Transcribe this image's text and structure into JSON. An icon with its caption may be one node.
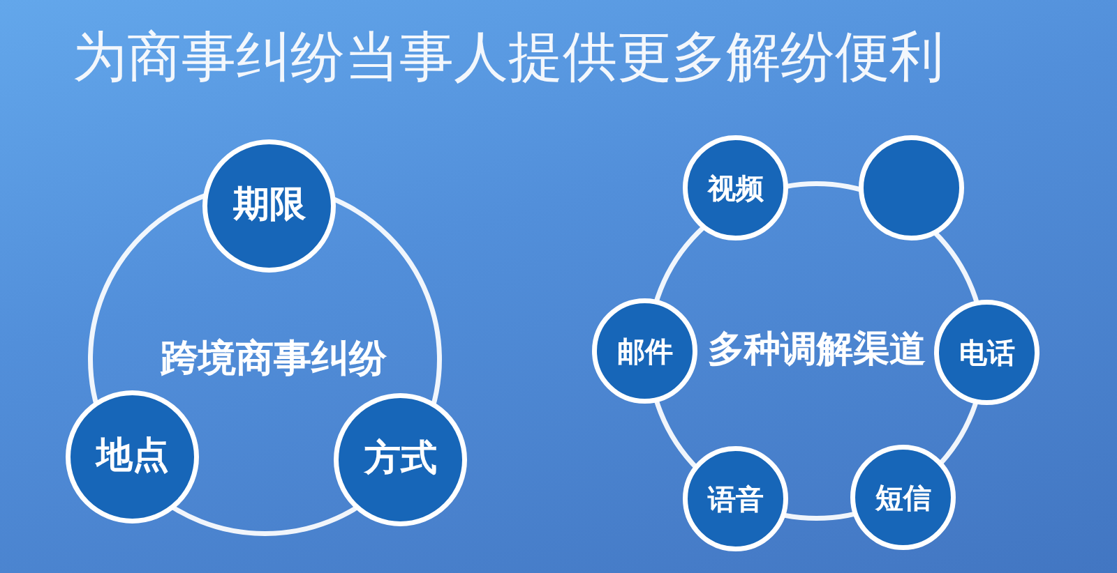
{
  "diagram": {
    "title": "为商事纠纷当事人提供更多解纷便利",
    "nodes": [
      {
        "text": [
          "跨境商事纠纷"
        ]
      },
      {
        "text": [
          "期限"
        ]
      },
      {
        "text": [
          "地点"
        ]
      },
      {
        "text": [
          "方式"
        ]
      },
      {
        "text": [
          "多种调解渠道"
        ]
      },
      {
        "text": [
          "视频"
        ]
      },
      {
        "text": [],
        "shape": "circle"
      },
      {
        "text": [
          "邮件"
        ]
      },
      {
        "text": [
          "电话"
        ]
      },
      {
        "text": [
          "语音"
        ]
      },
      {
        "text": [
          "短信"
        ]
      }
    ]
  }
}
